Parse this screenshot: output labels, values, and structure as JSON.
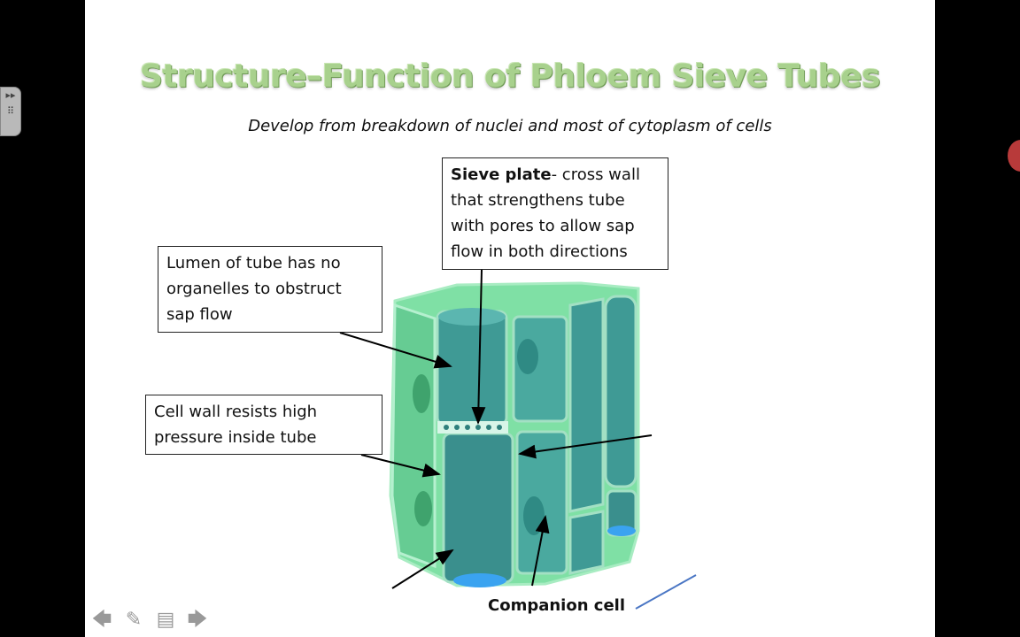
{
  "slide": {
    "title": "Structure–Function of Phloem Sieve Tubes",
    "subtitle": "Develop from breakdown of nuclei and most of cytoplasm of cells"
  },
  "callouts": {
    "sieve_plate_term": "Sieve plate",
    "sieve_plate_text": "- cross wall that strengthens tube with pores to allow sap flow in both directions",
    "lumen_text": "Lumen of tube has no organelles to obstruct sap flow",
    "cell_wall_text": "Cell wall resists high pressure inside tube",
    "companion_cell_label": "Companion cell"
  },
  "colors": {
    "title_green": "#a8d18d",
    "sieve_tube_teal": "#3f9a95",
    "outer_cell_green": "#6fd49a",
    "lumen_blue": "#3aa3f0"
  },
  "controls": {
    "side_handle_icon": "grip-icon",
    "prev_icon": "arrow-left-icon",
    "pen_icon": "pen-icon",
    "menu_icon": "menu-icon",
    "next_icon": "arrow-right-icon"
  }
}
